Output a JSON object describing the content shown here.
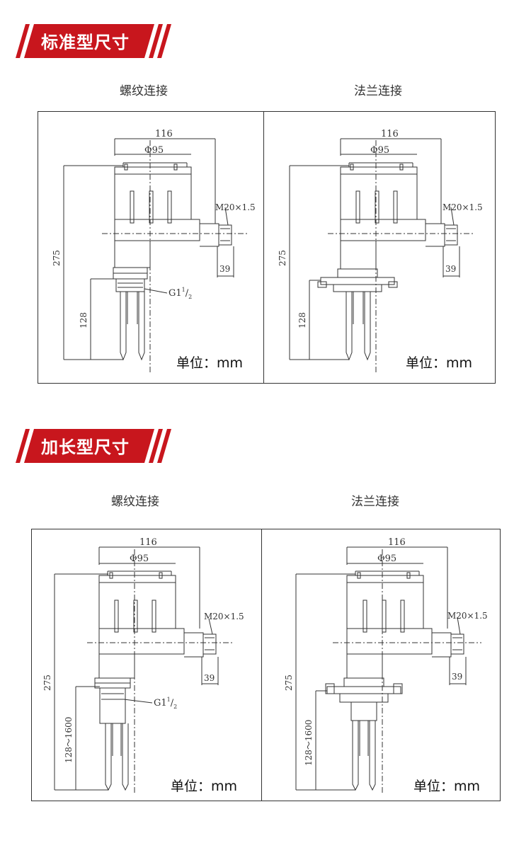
{
  "sections": [
    {
      "title": "标准型尺寸",
      "left": {
        "subtitle": "螺纹连接",
        "dim_width": "116",
        "dim_phi": "Φ95",
        "dim_height": "275",
        "dim_fork": "128",
        "dim_cable": "M20×1.5",
        "dim_gland": "39",
        "thread_base": "G1",
        "thread_sup": "1",
        "thread_sub": "2",
        "unit": "单位：mm"
      },
      "right": {
        "subtitle": "法兰连接",
        "dim_width": "116",
        "dim_phi": "Φ95",
        "dim_height": "275",
        "dim_fork": "128",
        "dim_cable": "M20×1.5",
        "dim_gland": "39",
        "unit": "单位：mm"
      }
    },
    {
      "title": "加长型尺寸",
      "left": {
        "subtitle": "螺纹连接",
        "dim_width": "116",
        "dim_phi": "Φ95",
        "dim_height": "275",
        "dim_fork": "128～1600",
        "dim_cable": "M20×1.5",
        "dim_gland": "39",
        "thread_base": "G1",
        "thread_sup": "1",
        "thread_sub": "2",
        "unit": "单位：mm"
      },
      "right": {
        "subtitle": "法兰连接",
        "dim_width": "116",
        "dim_phi": "Φ95",
        "dim_height": "275",
        "dim_fork": "128～1600",
        "dim_cable": "M20×1.5",
        "dim_gland": "39",
        "unit": "单位：mm"
      }
    }
  ],
  "colors": {
    "banner_red": "#c8161d",
    "line": "#333333"
  }
}
